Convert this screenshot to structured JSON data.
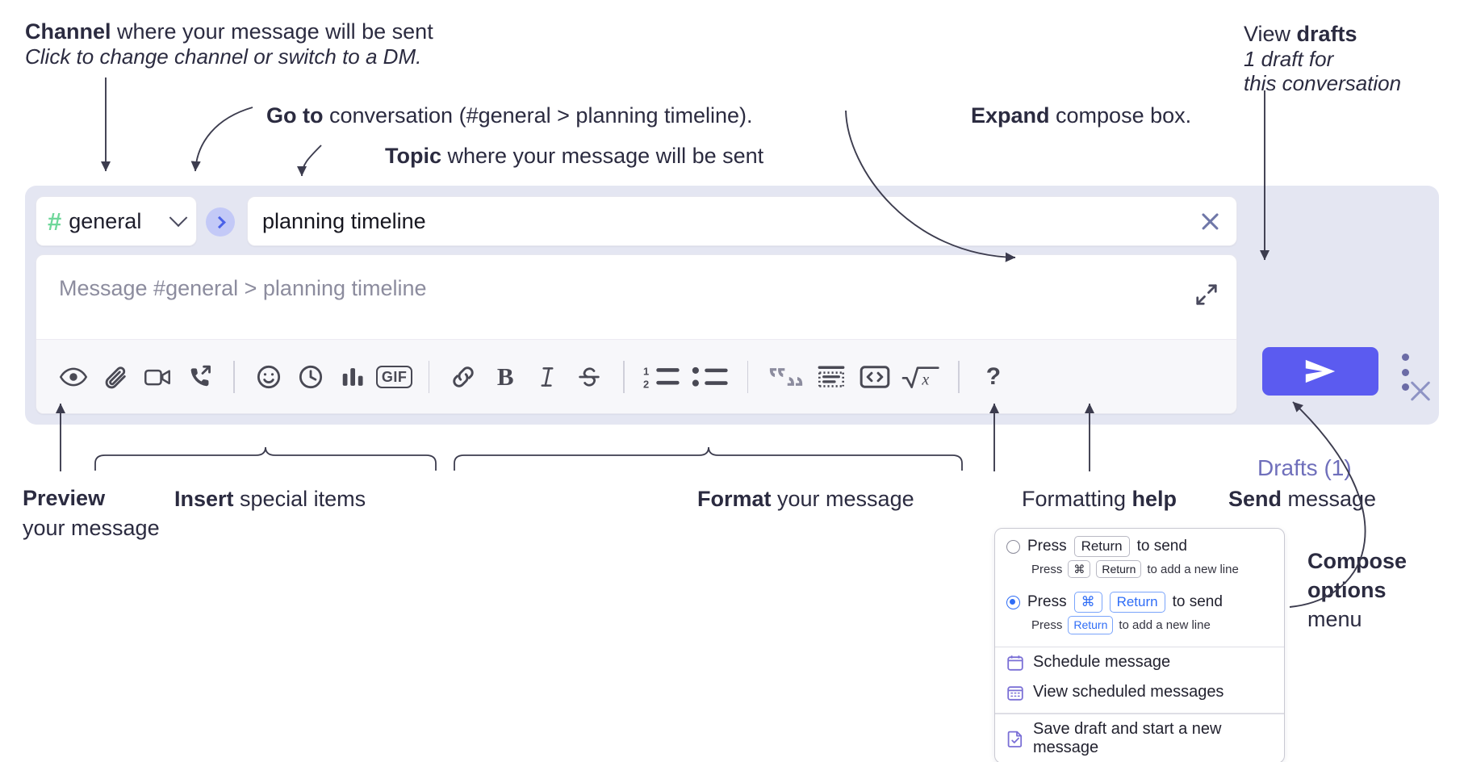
{
  "annotations": {
    "channel": {
      "bold": "Channel",
      "rest": " where your message will be sent",
      "italic": "Click to change channel or switch to a DM."
    },
    "goto": {
      "bold": "Go to",
      "rest": " conversation (#general > planning timeline)."
    },
    "topic": {
      "bold": "Topic",
      "rest": " where your message will be sent"
    },
    "expand": {
      "bold": "Expand",
      "rest": " compose box."
    },
    "drafts": {
      "plain": "View ",
      "bold": "drafts",
      "italic1": "1 draft for",
      "italic2": "this conversation"
    },
    "preview": {
      "bold": "Preview",
      "rest": "your message"
    },
    "insert": {
      "bold": "Insert",
      "rest": " special items"
    },
    "format": {
      "bold": "Format",
      "rest": " your message"
    },
    "formatting_help": {
      "plain": "Formatting ",
      "bold": "help"
    },
    "send": {
      "bold": "Send",
      "rest": " message"
    },
    "compose_options": {
      "bold1": "Compose",
      "bold2": "options",
      "rest": "menu"
    }
  },
  "compose": {
    "channel_name": "general",
    "hash_symbol": "#",
    "topic_value": "planning timeline",
    "message_placeholder": "Message #general > planning timeline",
    "drafts_label": "Drafts (1)",
    "toolbar": [
      {
        "name": "preview-icon",
        "label": "Preview"
      },
      {
        "name": "attachment-icon",
        "label": "Attach file"
      },
      {
        "name": "video-icon",
        "label": "Video"
      },
      {
        "name": "phone-icon",
        "label": "Call"
      },
      {
        "name": "separator",
        "label": ""
      },
      {
        "name": "emoji-icon",
        "label": "Emoji"
      },
      {
        "name": "clock-icon",
        "label": "Reminder"
      },
      {
        "name": "poll-icon",
        "label": "Poll"
      },
      {
        "name": "gif-icon",
        "label": "GIF"
      },
      {
        "name": "separator",
        "label": ""
      },
      {
        "name": "link-icon",
        "label": "Link"
      },
      {
        "name": "bold-icon",
        "label": "B"
      },
      {
        "name": "italic-icon",
        "label": "I"
      },
      {
        "name": "strikethrough-icon",
        "label": "Strikethrough"
      },
      {
        "name": "separator",
        "label": ""
      },
      {
        "name": "ordered-list-icon",
        "label": "Ordered list"
      },
      {
        "name": "bullet-list-icon",
        "label": "Bulleted list"
      },
      {
        "name": "separator",
        "label": ""
      },
      {
        "name": "blockquote-icon",
        "label": "Blockquote"
      },
      {
        "name": "code-block-icon",
        "label": "Code block"
      },
      {
        "name": "code-icon",
        "label": "Code"
      },
      {
        "name": "math-icon",
        "label": "Math"
      },
      {
        "name": "separator",
        "label": ""
      },
      {
        "name": "help-icon",
        "label": "?"
      }
    ]
  },
  "options_menu": {
    "option1": {
      "press": "Press",
      "key": "Return",
      "suffix": "to send",
      "sub_press": "Press",
      "sub_key1": "⌘",
      "sub_key2": "Return",
      "sub_suffix": "to add a new line",
      "selected": false
    },
    "option2": {
      "press": "Press",
      "key1": "⌘",
      "key2": "Return",
      "suffix": "to send",
      "sub_press": "Press",
      "sub_key": "Return",
      "sub_suffix": "to add a new line",
      "selected": true
    },
    "items": [
      {
        "icon": "calendar-schedule-icon",
        "label": "Schedule message"
      },
      {
        "icon": "calendar-grid-icon",
        "label": "View scheduled messages"
      },
      {
        "icon": "save-draft-icon",
        "label": "Save draft and start a new message"
      }
    ]
  },
  "colors": {
    "panel_bg": "#e4e6f2",
    "send_button": "#5b5bf0",
    "hash_green": "#6fd79a",
    "drafts_text": "#6f6fbb",
    "accent_blue": "#2f6df6"
  }
}
